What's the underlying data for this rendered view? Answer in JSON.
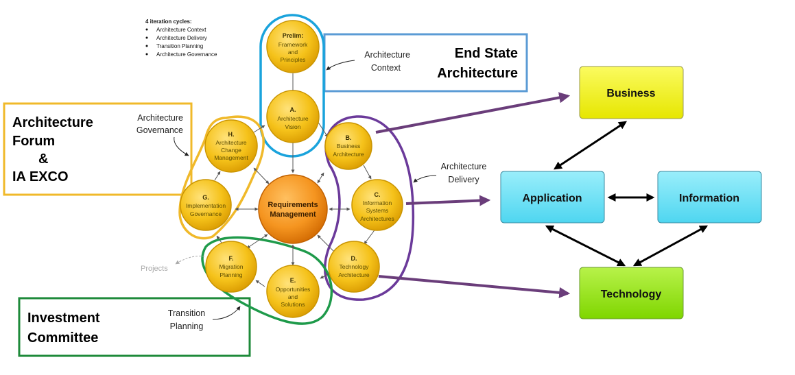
{
  "iteration": {
    "title": "4 iteration cycles:",
    "items": [
      "Architecture Context",
      "Architecture Delivery",
      "Transition Planning",
      "Architecture Governance"
    ]
  },
  "phases": {
    "prelim": {
      "letter": "Prelim:",
      "lines": [
        "Framework",
        "and",
        "Principles"
      ]
    },
    "a": {
      "letter": "A.",
      "lines": [
        "Architecture",
        "Vision"
      ]
    },
    "b": {
      "letter": "B.",
      "lines": [
        "Business",
        "Architecture"
      ]
    },
    "c": {
      "letter": "C.",
      "lines": [
        "Information",
        "Systems",
        "Architectures"
      ]
    },
    "d": {
      "letter": "D.",
      "lines": [
        "Technology",
        "Architecture"
      ]
    },
    "e": {
      "letter": "E.",
      "lines": [
        "Opportunities",
        "and",
        "Solutions"
      ]
    },
    "f": {
      "letter": "F.",
      "lines": [
        "Migration",
        "Planning"
      ]
    },
    "g": {
      "letter": "G.",
      "lines": [
        "Implementation",
        "Governance"
      ]
    },
    "h": {
      "letter": "H.",
      "lines": [
        "Architecture",
        "Change",
        "Management"
      ]
    }
  },
  "center": {
    "lines": [
      "Requirements",
      "Management"
    ]
  },
  "annotations": {
    "context": [
      "Architecture",
      "Context"
    ],
    "governance": [
      "Architecture",
      "Governance"
    ],
    "delivery": [
      "Architecture",
      "Delivery"
    ],
    "transition": [
      "Transition",
      "Planning"
    ],
    "projects": "Projects"
  },
  "boxes": {
    "end_state": [
      "End State",
      "Architecture"
    ],
    "forum": [
      "Architecture",
      "Forum",
      "&",
      "IA EXCO"
    ],
    "investment": [
      "Investment",
      "Committee"
    ]
  },
  "domains": {
    "business": "Business",
    "application": "Application",
    "information": "Information",
    "technology": "Technology"
  },
  "colors": {
    "context_loop": "#1aa3dc",
    "governance_loop": "#f0b92a",
    "delivery_loop": "#6b3a9a",
    "transition_loop": "#1e9a4a",
    "end_state_box": "#5b9bd5",
    "investment_box": "#1e8a3a",
    "arrow_purple": "#6a3d7a",
    "business_fill": "#f4f400",
    "application_fill": "#66dff5",
    "technology_fill": "#8fe000"
  }
}
